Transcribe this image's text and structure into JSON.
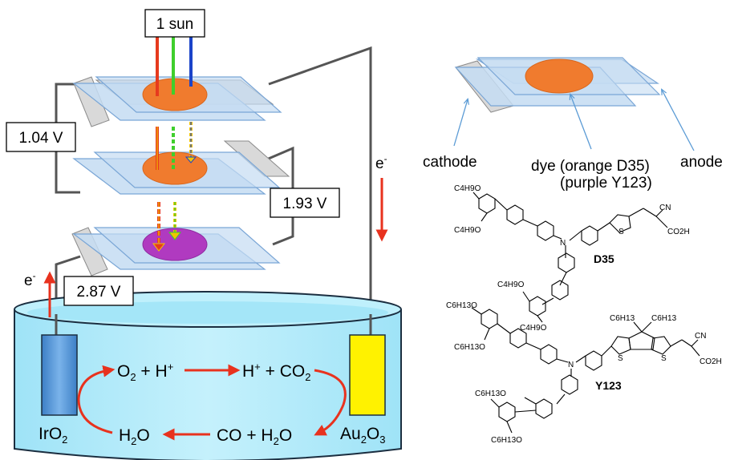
{
  "diagram": {
    "sun_label": "1 sun",
    "voltages": {
      "v1": "1.04 V",
      "v2": "1.93 V",
      "v3": "2.87 V"
    },
    "electron": {
      "base": "e",
      "sup": "-"
    },
    "electrodes": {
      "left": {
        "base": "IrO",
        "sub": "2"
      },
      "right": {
        "base": "Au",
        "sub1": "2",
        "mid": "O",
        "sub2": "3"
      }
    },
    "reactions": {
      "top_left": {
        "p1": "O",
        "s1": "2",
        "p2": " + H",
        "sup": "+"
      },
      "top_right": {
        "p1": "H",
        "sup": "+",
        "p2": " + CO",
        "s1": "2"
      },
      "bottom_left": {
        "p1": "H",
        "s1": "2",
        "p2": "O"
      },
      "bottom_right": {
        "p1": "CO + H",
        "s1": "2",
        "p2": "O"
      }
    },
    "cell_labels": {
      "cathode": "cathode",
      "anode": "anode",
      "dye_line1": "dye (orange D35)",
      "dye_line2": "(purple Y123)"
    },
    "molecules": {
      "d35": {
        "name": "D35",
        "butoxy": "C4H9O",
        "cn": "CN",
        "co2h": "CO2H"
      },
      "y123": {
        "name": "Y123",
        "hexoxy": "C6H13O",
        "hexyl": "C6H13",
        "cn": "CN",
        "co2h": "CO2H"
      },
      "nitrogen": "N",
      "sulfur": "S"
    },
    "colors": {
      "plate": "#c4dcf2",
      "plate_edge": "#7aa6d6",
      "back_plate": "#d9d9d9",
      "orange_dye": "#f07b2e",
      "purple_dye": "#b03ac0",
      "water": "#b6ecfb",
      "iro2": "#4a8fd6",
      "au2o3": "#fff200",
      "arrow_red": "#e8321e"
    }
  }
}
